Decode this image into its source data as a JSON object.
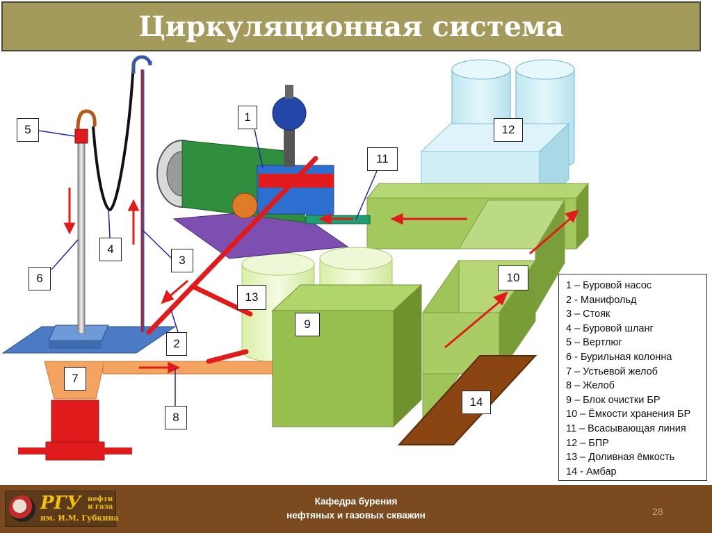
{
  "title": "Циркуляционная система",
  "labels": {
    "n1": "1",
    "n2": "2",
    "n3": "3",
    "n4": "4",
    "n5": "5",
    "n6": "6",
    "n7": "7",
    "n8": "8",
    "n9": "9",
    "n10": "10",
    "n11": "11",
    "n12": "12",
    "n13": "13",
    "n14": "14"
  },
  "legend": [
    "1 – Буровой насос",
    "2 - Манифольд",
    "3 – Стояк",
    "4 – Буровой шланг",
    "5 – Вертлюг",
    "6 - Бурильная колонна",
    "7 – Устьевой желоб",
    "8 – Желоб",
    "9 – Блок очистки БР",
    "10 – Ёмкости хранения БР",
    "11 – Всасывающая линия",
    "12 – БПР",
    "13 – Доливная ёмкость",
    "14 - Амбар"
  ],
  "footer": {
    "logo_main": "РГУ",
    "logo_side": "нефти\nи газа",
    "logo_sub": "им. И.М. Губкина",
    "dept_line1": "Кафедра бурения",
    "dept_line2": "нефтяных и газовых скважин",
    "page": "28"
  },
  "colors": {
    "title_bg": "#a39a5b",
    "footer_bg": "#7b4a1f",
    "arrow_red": "#e31a1a",
    "tank_green": "#8db84c",
    "cyan_tank": "#cfeef5",
    "amber": "#8b4513",
    "trough_orange": "#f4a460"
  }
}
